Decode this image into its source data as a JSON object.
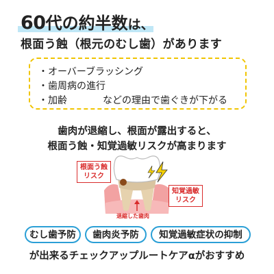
{
  "headline": {
    "number": "60",
    "rest": "代の約半数",
    "particle": "は、",
    "line2": "根面う蝕（根元のむし歯）があります"
  },
  "reasons": {
    "items": [
      "・オーバーブラッシング",
      "・歯周病の進行",
      "・加齢"
    ],
    "suffix": "などの理由で歯ぐきが下がる"
  },
  "explanation": {
    "line1": "歯肉が退縮し、根面が露出すると、",
    "line2": "根面う蝕・知覚過敏リスクが高まります"
  },
  "illustration": {
    "caries_tag": [
      "根面う蝕",
      "リスク"
    ],
    "hypersensitivity_tag": [
      "知覚過敏",
      "リスク"
    ],
    "receded_label": "退縮した歯肉",
    "colors": {
      "red": "#d92b2b",
      "gum": "#f2a2a2",
      "root": "#d9c4a0",
      "lightning": "#f5d000"
    }
  },
  "benefits": [
    "むし歯予防",
    "歯肉炎予防",
    "知覚過敏症状の抑制"
  ],
  "footer": "が出来るチェックアップルートケアαがおすすめ",
  "colors": {
    "accent_blue": "#2a9fd6",
    "highlight": "#bfe7f6",
    "box_dash": "#f0c400"
  }
}
